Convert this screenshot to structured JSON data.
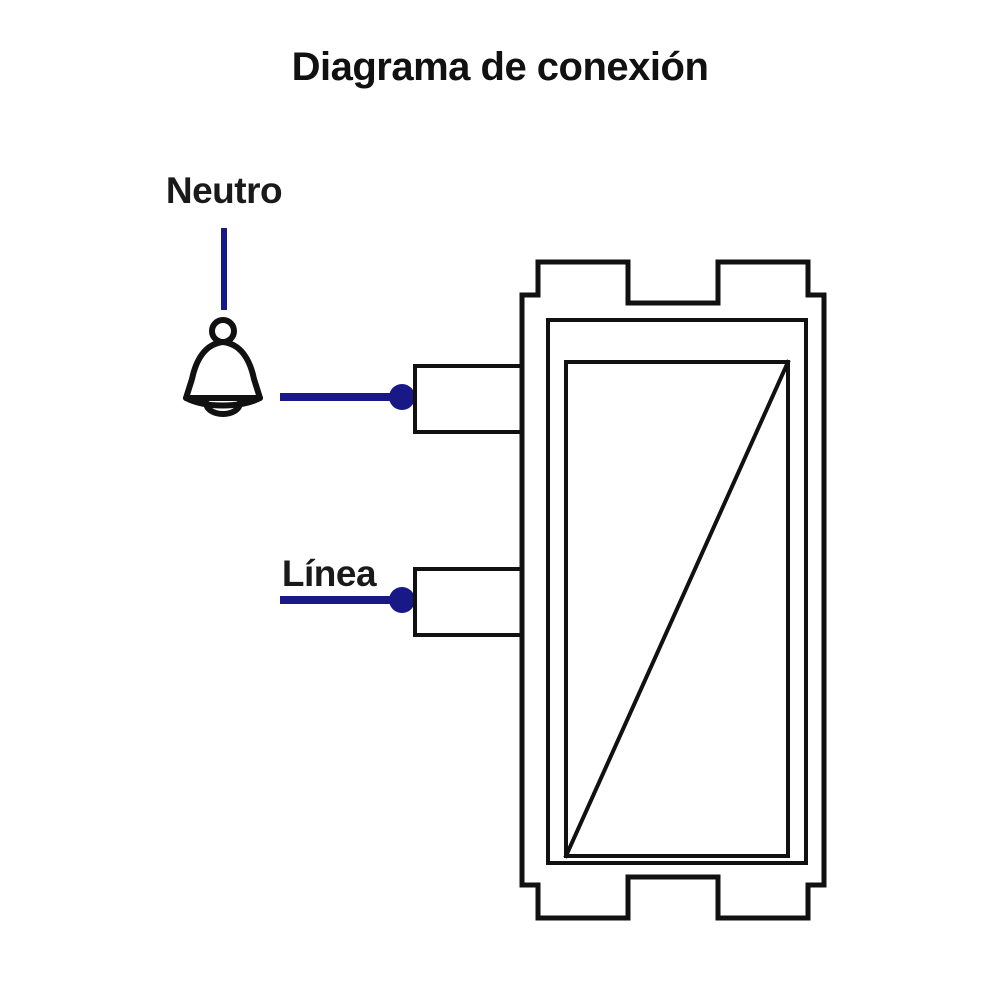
{
  "document": {
    "title": "Diagrama de conexión",
    "background_color": "#ffffff",
    "line_color": "#000000",
    "wire_color": "#181887"
  },
  "labels": {
    "neutral": "Neutro",
    "line": "Línea"
  },
  "icons": {
    "bell": "bell-icon"
  },
  "wires": [
    {
      "name": "neutral-drop-wire",
      "label": "Neutro",
      "color": "#181887",
      "orientation": "vertical"
    },
    {
      "name": "neutral-terminal-wire",
      "label": "Neutro",
      "color": "#181887",
      "orientation": "horizontal",
      "terminal_dot": true
    },
    {
      "name": "line-terminal-wire",
      "label": "Línea",
      "color": "#181887",
      "orientation": "horizontal",
      "terminal_dot": true
    }
  ],
  "device": {
    "name": "wall-switch-body",
    "terminals": [
      {
        "name": "neutral-terminal-tab",
        "connects_to": "Neutro"
      },
      {
        "name": "line-terminal-tab",
        "connects_to": "Línea"
      }
    ],
    "features": [
      "outer-housing-outline",
      "mounting-strap-tabs",
      "inner-frame",
      "rocker-plate",
      "rocker-diagonal-line"
    ]
  }
}
